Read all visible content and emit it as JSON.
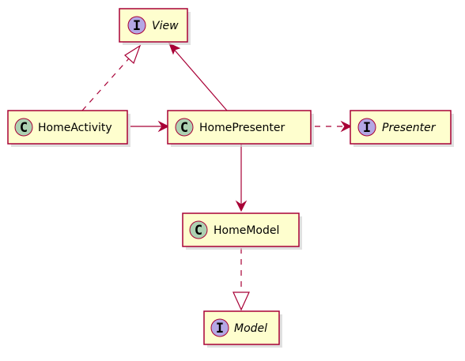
{
  "nodes": {
    "view": {
      "label": "View",
      "kind": "interface",
      "glyph": "I"
    },
    "home_activity": {
      "label": "HomeActivity",
      "kind": "class",
      "glyph": "C"
    },
    "home_presenter": {
      "label": "HomePresenter",
      "kind": "class",
      "glyph": "C"
    },
    "presenter": {
      "label": "Presenter",
      "kind": "interface",
      "glyph": "I"
    },
    "home_model": {
      "label": "HomeModel",
      "kind": "class",
      "glyph": "C"
    },
    "model": {
      "label": "Model",
      "kind": "interface",
      "glyph": "I"
    }
  },
  "edges": [
    {
      "from": "HomeActivity",
      "to": "View",
      "type": "realization"
    },
    {
      "from": "HomePresenter",
      "to": "View",
      "type": "association"
    },
    {
      "from": "HomeActivity",
      "to": "HomePresenter",
      "type": "association"
    },
    {
      "from": "HomePresenter",
      "to": "Presenter",
      "type": "dependency"
    },
    {
      "from": "HomePresenter",
      "to": "HomeModel",
      "type": "association"
    },
    {
      "from": "HomeModel",
      "to": "Model",
      "type": "realization"
    }
  ],
  "colors": {
    "node_fill": "#FEFECE",
    "border": "#A80036",
    "class_circle": "#ADD1B2",
    "interface_circle": "#B4A7E5"
  }
}
